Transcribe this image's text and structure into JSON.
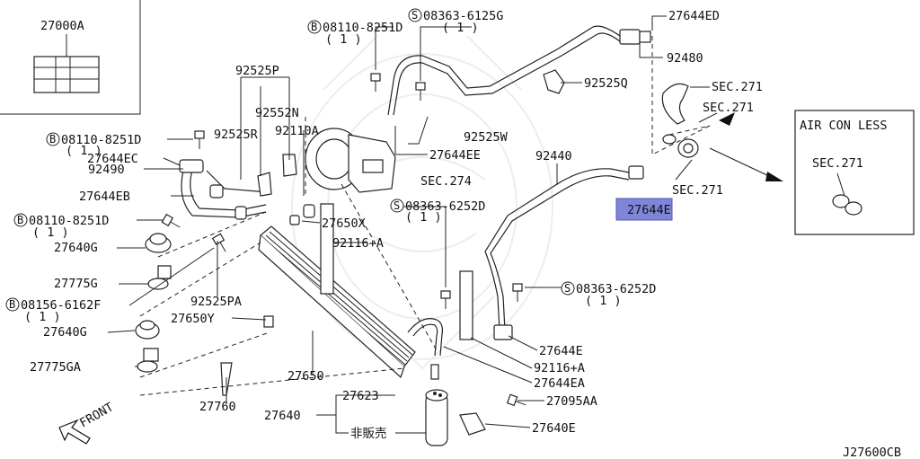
{
  "labels": {
    "catalog_box": "27000A",
    "b_top": "08110-8251D",
    "b_top_qty": "( 1 )",
    "s_top": "08363-6125G",
    "s_top_qty": "( 1 )",
    "ed": "27644ED",
    "p92480": "92480",
    "p92525Q": "92525Q",
    "sec271_a": "SEC.271",
    "sec271_b": "SEC.271",
    "sec271_c": "SEC.271",
    "aircon_title": "AIR CON LESS",
    "aircon_sec": "SEC.271",
    "p92525P": "92525P",
    "p92552N": "92552N",
    "p92525W": "92525W",
    "p92525R": "92525R",
    "p92110A": "92110A",
    "p27644EE": "27644EE",
    "b_left1": "08110-8251D",
    "b_left1_qty": "( 1 )",
    "p27644EC": "27644EC",
    "p92490": "92490",
    "p27644EB": "27644EB",
    "sec274": "SEC.274",
    "p92440": "92440",
    "p27644E_hl": "27644E",
    "b_left2": "08110-8251D",
    "b_left2_qty": "( 1 )",
    "s_mid": "08363-6252D",
    "s_mid_qty": "( 1 )",
    "p27650X": "27650X",
    "p27640G_a": "27640G",
    "p92116A_a": "92116+A",
    "p27775G": "27775G",
    "s_right": "08363-6252D",
    "s_right_qty": "( 1 )",
    "b_left3": "08156-6162F",
    "b_left3_qty": "( 1 )",
    "p92525PA": "92525PA",
    "p27650Y": "27650Y",
    "p27644E_b": "27644E",
    "p27640G_b": "27640G",
    "p92116A_b": "92116+A",
    "p27775GA": "27775GA",
    "p27650": "27650",
    "p27644EA": "27644EA",
    "front": "FRONT",
    "p27623": "27623",
    "p27095AA": "27095AA",
    "p27760": "27760",
    "p27640": "27640",
    "p27640E": "27640E",
    "not_for_sale": "非販売",
    "figure_id": "J27600CB"
  },
  "prefix": {
    "b": "B",
    "s": "S"
  },
  "colors": {
    "highlight": "#7f86d8",
    "line": "#222222"
  }
}
